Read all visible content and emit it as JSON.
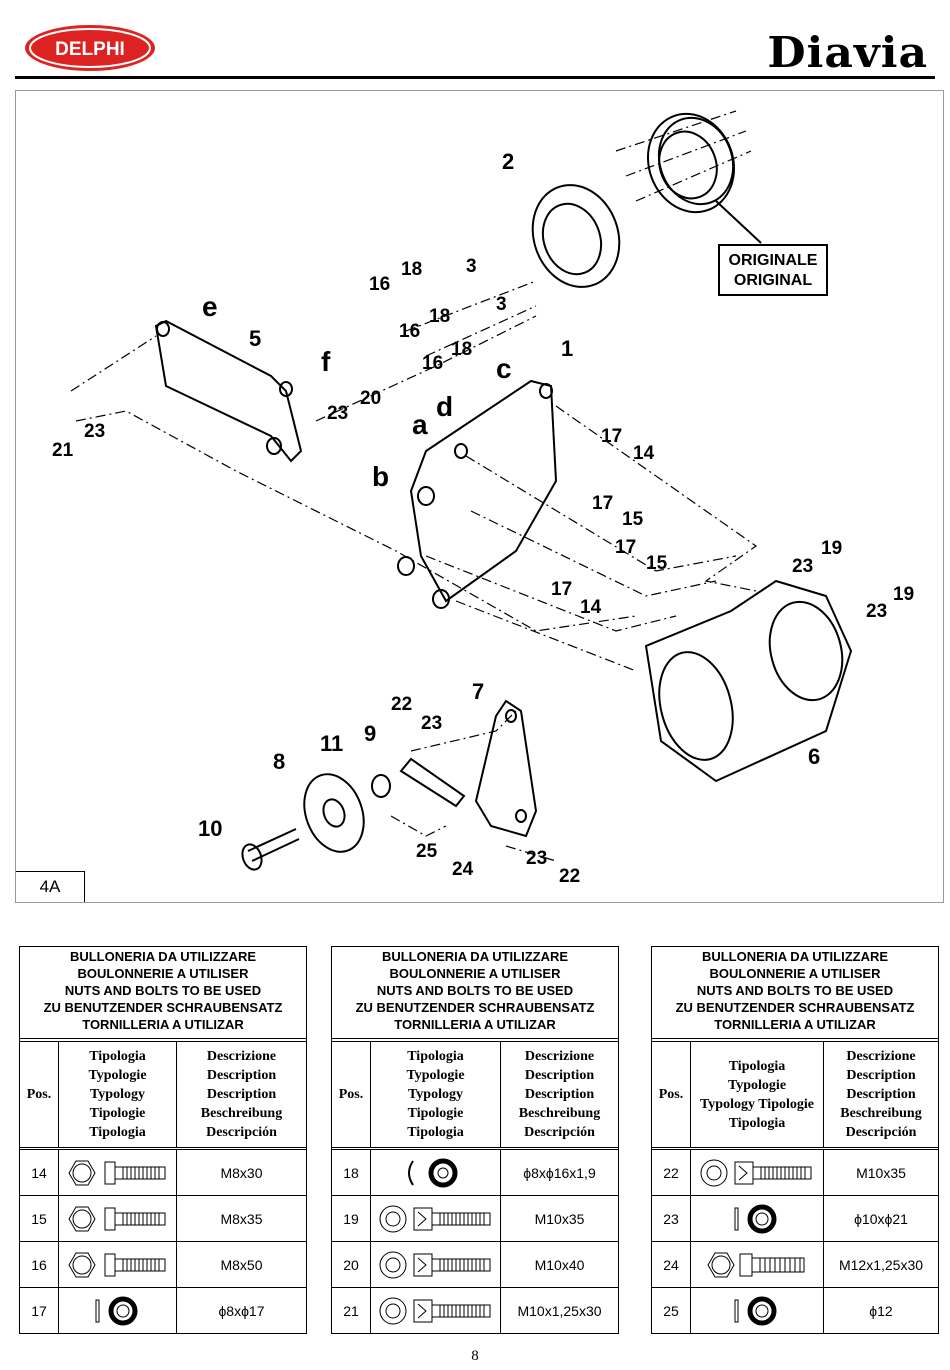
{
  "header": {
    "left_logo": "DELPHI",
    "right_logo": "Diavia"
  },
  "diagram": {
    "figure_label": "4A",
    "original_label_line1": "ORIGINALE",
    "original_label_line2": "ORIGINAL",
    "callouts": [
      "2",
      "16",
      "18",
      "3",
      "16",
      "18",
      "3",
      "e",
      "5",
      "16",
      "18",
      "1",
      "c",
      "f",
      "23",
      "20",
      "d",
      "a",
      "17",
      "14",
      "21",
      "23",
      "b",
      "17",
      "15",
      "17",
      "15",
      "23",
      "19",
      "17",
      "14",
      "19",
      "23",
      "7",
      "22",
      "23",
      "11",
      "9",
      "8",
      "6",
      "10",
      "25",
      "24",
      "23",
      "22"
    ]
  },
  "tables": [
    {
      "heading": [
        "BULLONERIA DA UTILIZZARE",
        "BOULONNERIE A UTILISER",
        "NUTS AND BOLTS TO BE USED",
        "ZU BENUTZENDER SCHRAUBENSATZ",
        "TORNILLERIA A UTILIZAR"
      ],
      "col_pos": "Pos.",
      "col_type": [
        "Tipologia",
        "Typologie",
        "Typology",
        "Tipologie",
        "Tipologia"
      ],
      "col_desc": [
        "Descrizione",
        "Description",
        "Description",
        "Beschreibung",
        "Descripción"
      ],
      "rows": [
        {
          "pos": "14",
          "type_icon": "hex-bolt-icon",
          "desc": "M8x30"
        },
        {
          "pos": "15",
          "type_icon": "hex-bolt-icon",
          "desc": "M8x35"
        },
        {
          "pos": "16",
          "type_icon": "hex-bolt-icon",
          "desc": "M8x50"
        },
        {
          "pos": "17",
          "type_icon": "washer-icon",
          "desc": "ϕ8xϕ17"
        }
      ]
    },
    {
      "heading": [
        "BULLONERIA DA UTILIZZARE",
        "BOULONNERIE A UTILISER",
        "NUTS AND BOLTS TO BE USED",
        "ZU BENUTZENDER SCHRAUBENSATZ",
        "TORNILLERIA A UTILIZAR"
      ],
      "col_pos": "Pos.",
      "col_type": [
        "Tipologia",
        "Typologie",
        "Typology",
        "Tipologie",
        "Tipologia"
      ],
      "col_desc": [
        "Descrizione",
        "Description",
        "Description",
        "Beschreibung",
        "Descripción"
      ],
      "rows": [
        {
          "pos": "18",
          "type_icon": "spring-washer-icon",
          "desc": "ϕ8xϕ16x1,9"
        },
        {
          "pos": "19",
          "type_icon": "socket-bolt-icon",
          "desc": "M10x35"
        },
        {
          "pos": "20",
          "type_icon": "socket-bolt-icon",
          "desc": "M10x40"
        },
        {
          "pos": "21",
          "type_icon": "socket-bolt-icon",
          "desc": "M10x1,25x30"
        }
      ]
    },
    {
      "heading": [
        "BULLONERIA DA UTILIZZARE",
        "BOULONNERIE A UTILISER",
        "NUTS AND BOLTS TO BE USED",
        "ZU BENUTZENDER SCHRAUBENSATZ",
        "TORNILLERIA A UTILIZAR"
      ],
      "col_pos": "Pos.",
      "col_type": [
        "Tipologia",
        "Typologie",
        "Typology Tipologie",
        "Tipologia"
      ],
      "col_desc": [
        "Descrizione",
        "Description",
        "Description",
        "Beschreibung",
        "Descripción"
      ],
      "rows": [
        {
          "pos": "22",
          "type_icon": "socket-bolt-icon",
          "desc": "M10x35"
        },
        {
          "pos": "23",
          "type_icon": "washer-icon",
          "desc": "ϕ10xϕ21"
        },
        {
          "pos": "24",
          "type_icon": "hex-bolt-icon",
          "desc": "M12x1,25x30"
        },
        {
          "pos": "25",
          "type_icon": "washer-icon",
          "desc": "ϕ12"
        }
      ]
    }
  ],
  "footer": {
    "page_number": "8"
  }
}
